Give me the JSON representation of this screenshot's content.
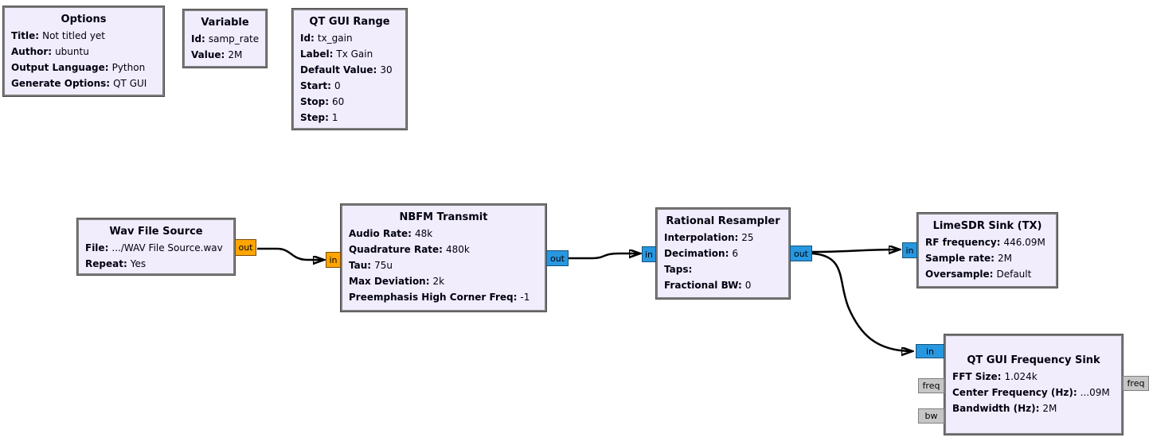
{
  "colors": {
    "canvas_bg": "#ffffff",
    "block_fill": "#f2edfc",
    "block_border": "#7d7d7d",
    "port_float": "#ffa500",
    "port_complex": "#2897e0",
    "port_message": "#c6c6c6",
    "wire": "#000000"
  },
  "blocks": {
    "options": {
      "title": "Options",
      "params": [
        {
          "k": "Title:",
          "v": "Not titled yet"
        },
        {
          "k": "Author:",
          "v": "ubuntu"
        },
        {
          "k": "Output Language:",
          "v": "Python"
        },
        {
          "k": "Generate Options:",
          "v": "QT GUI"
        }
      ]
    },
    "variable": {
      "title": "Variable",
      "params": [
        {
          "k": "Id:",
          "v": "samp_rate"
        },
        {
          "k": "Value:",
          "v": "2M"
        }
      ]
    },
    "qt_gui_range": {
      "title": "QT GUI Range",
      "params": [
        {
          "k": "Id:",
          "v": "tx_gain"
        },
        {
          "k": "Label:",
          "v": "Tx Gain"
        },
        {
          "k": "Default Value:",
          "v": "30"
        },
        {
          "k": "Start:",
          "v": "0"
        },
        {
          "k": "Stop:",
          "v": "60"
        },
        {
          "k": "Step:",
          "v": "1"
        }
      ]
    },
    "wav_file_source": {
      "title": "Wav File Source",
      "params": [
        {
          "k": "File:",
          "v": ".../WAV File Source.wav"
        },
        {
          "k": "Repeat:",
          "v": "Yes"
        }
      ],
      "ports": {
        "out": "out"
      }
    },
    "nbfm_transmit": {
      "title": "NBFM Transmit",
      "params": [
        {
          "k": "Audio Rate:",
          "v": "48k"
        },
        {
          "k": "Quadrature Rate:",
          "v": "480k"
        },
        {
          "k": "Tau:",
          "v": "75u"
        },
        {
          "k": "Max Deviation:",
          "v": "2k"
        },
        {
          "k": "Preemphasis High Corner Freq:",
          "v": "-1"
        }
      ],
      "ports": {
        "in": "in",
        "out": "out"
      }
    },
    "rational_resampler": {
      "title": "Rational Resampler",
      "params": [
        {
          "k": "Interpolation:",
          "v": "25"
        },
        {
          "k": "Decimation:",
          "v": "6"
        },
        {
          "k": "Taps:",
          "v": ""
        },
        {
          "k": "Fractional BW:",
          "v": "0"
        }
      ],
      "ports": {
        "in": "in",
        "out": "out"
      }
    },
    "limesdr_sink": {
      "title": "LimeSDR Sink (TX)",
      "params": [
        {
          "k": "RF frequency:",
          "v": "446.09M"
        },
        {
          "k": "Sample rate:",
          "v": "2M"
        },
        {
          "k": "Oversample:",
          "v": "Default"
        }
      ],
      "ports": {
        "in": "in"
      }
    },
    "qt_gui_frequency_sink": {
      "title": "QT GUI Frequency Sink",
      "params": [
        {
          "k": "FFT Size:",
          "v": "1.024k"
        },
        {
          "k": "Center Frequency (Hz):",
          "v": "...09M"
        },
        {
          "k": "Bandwidth (Hz):",
          "v": "2M"
        }
      ],
      "ports": {
        "in": "in",
        "freq_left": "freq",
        "bw": "bw",
        "freq_right": "freq"
      }
    }
  }
}
